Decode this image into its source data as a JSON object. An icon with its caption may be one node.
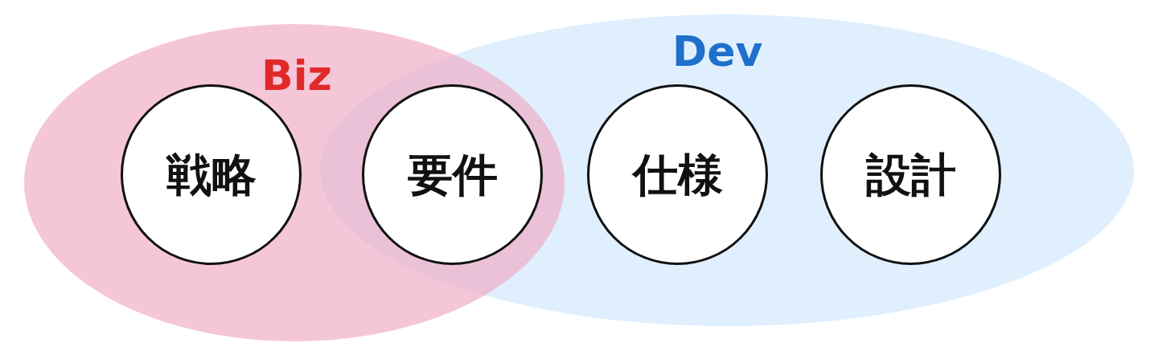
{
  "diagram": {
    "nodes": [
      {
        "text": [
          "Biz"
        ]
      },
      {
        "text": [
          "戦略"
        ],
        "in": 0
      },
      {
        "text": [
          "要件"
        ]
      },
      {
        "text": [
          "Dev"
        ]
      },
      {
        "text": [
          "仕様"
        ],
        "in": 3
      },
      {
        "text": [
          "設計"
        ],
        "in": 3
      }
    ]
  }
}
